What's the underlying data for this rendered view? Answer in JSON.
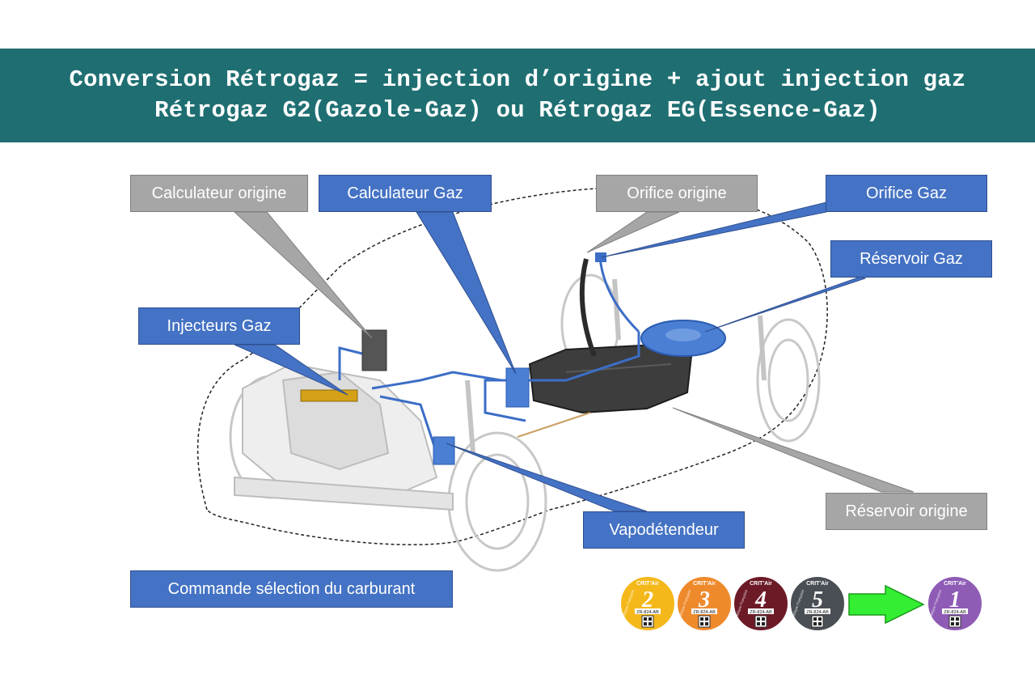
{
  "title": {
    "line1": "Conversion Rétrogaz = injection d’origine + ajout injection gaz",
    "line2": "Rétrogaz G2(Gazole-Gaz) ou Rétrogaz EG(Essence-Gaz)"
  },
  "callouts": {
    "calculateur_origine": "Calculateur origine",
    "calculateur_gaz": "Calculateur Gaz",
    "orifice_origine": "Orifice origine",
    "orifice_gaz": "Orifice Gaz",
    "reservoir_gaz": "Réservoir Gaz",
    "injecteurs_gaz": "Injecteurs Gaz",
    "vapodetendeur": "Vapodétendeur",
    "reservoir_origine": "Réservoir origine",
    "commande": "Commande sélection du carburant"
  },
  "critair": {
    "heading": "CRIT'Air",
    "plate": "ZR-824-AB",
    "side": "République Française",
    "badges": [
      {
        "number": "2",
        "color": "#f5b81b"
      },
      {
        "number": "3",
        "color": "#ef8a2c"
      },
      {
        "number": "4",
        "color": "#6d1a27"
      },
      {
        "number": "5",
        "color": "#4a4f55"
      }
    ],
    "target": {
      "number": "1",
      "color": "#8e5bb5"
    },
    "arrow_color": "#33ee33"
  },
  "colors": {
    "banner": "#1f6f72",
    "callout_blue": "#4472c4",
    "callout_gray": "#a6a6a6"
  }
}
